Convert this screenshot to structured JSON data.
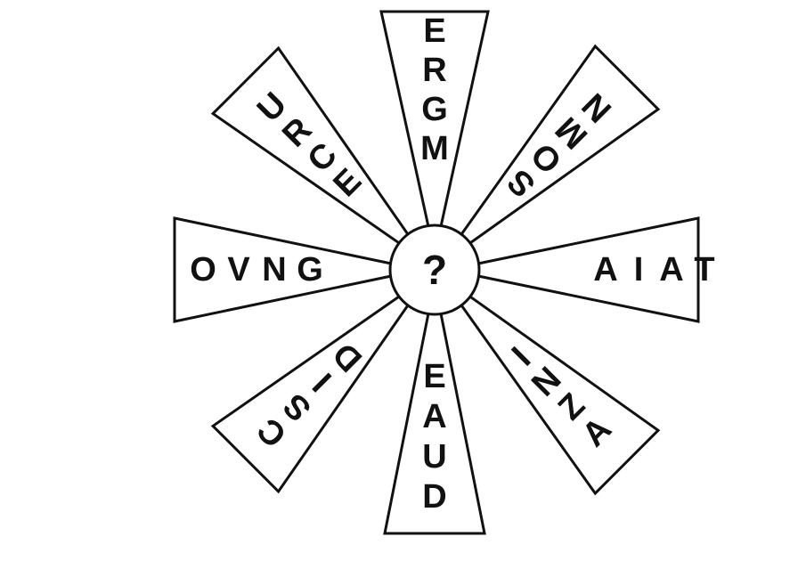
{
  "center": {
    "label": "?"
  },
  "spokes": [
    {
      "direction": "top",
      "letters": [
        "E",
        "R",
        "G",
        "M"
      ]
    },
    {
      "direction": "top-right",
      "letters": [
        "S",
        "O",
        "M",
        "N"
      ]
    },
    {
      "direction": "right",
      "letters": [
        "A",
        "I",
        "A",
        "T"
      ]
    },
    {
      "direction": "bottom-right",
      "letters": [
        "I",
        "N",
        "Z",
        "A"
      ]
    },
    {
      "direction": "bottom",
      "letters": [
        "E",
        "A",
        "U",
        "D"
      ]
    },
    {
      "direction": "bottom-left",
      "letters": [
        "C",
        "S",
        "I",
        "D"
      ]
    },
    {
      "direction": "left",
      "letters": [
        "O",
        "V",
        "N",
        "G"
      ]
    },
    {
      "direction": "top-left",
      "letters": [
        "U",
        "R",
        "C",
        "E"
      ]
    }
  ],
  "colors": {
    "stroke": "#111111",
    "fill": "#ffffff",
    "text": "#111111"
  }
}
